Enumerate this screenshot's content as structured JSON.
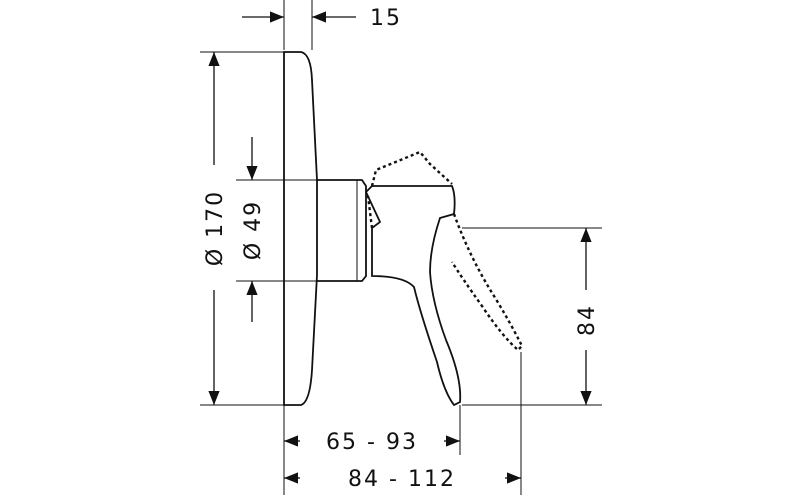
{
  "dimensions": {
    "rosette_depth": "15",
    "rosette_diameter": "Ø 170",
    "body_diameter": "Ø 49",
    "handle_height": "84",
    "projection_short": "65 - 93",
    "projection_long": "84 - 112"
  },
  "colors": {
    "line": "#111111",
    "background": "#ffffff"
  }
}
